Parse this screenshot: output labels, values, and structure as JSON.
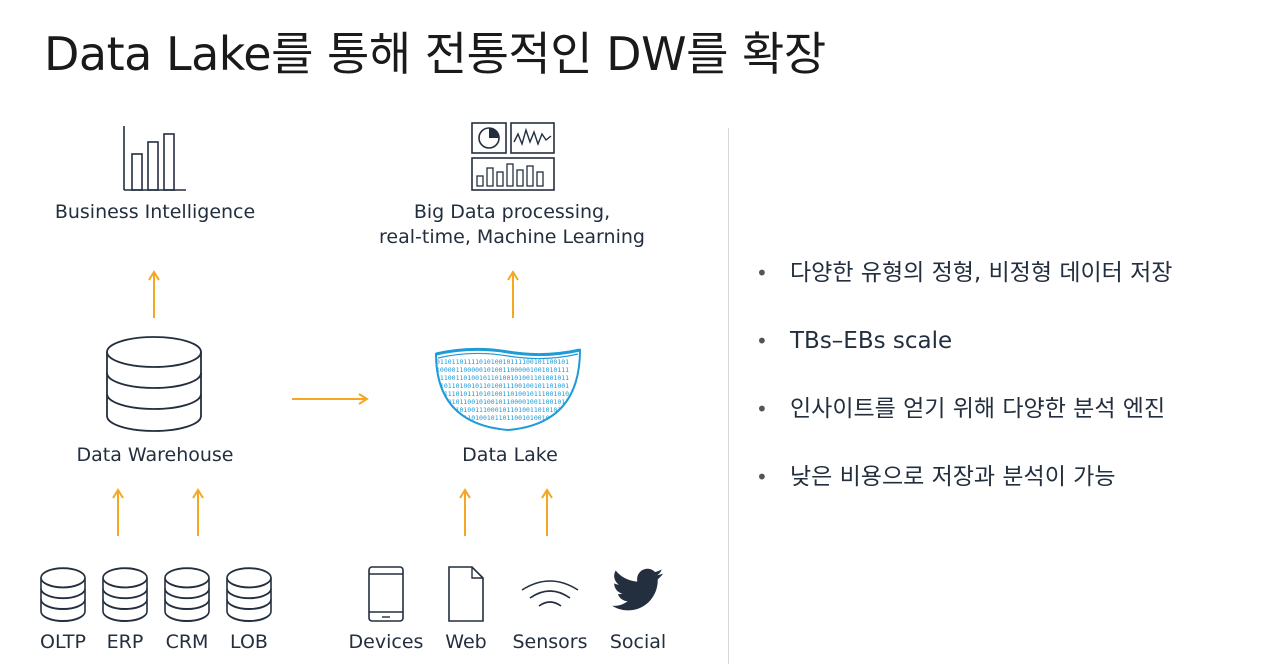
{
  "title": "Data Lake를 통해 전통적인 DW를 확장",
  "labels": {
    "business_intelligence": "Business Intelligence",
    "big_data_line1": "Big Data processing,",
    "big_data_line2": "real-time, Machine Learning",
    "data_warehouse": "Data Warehouse",
    "data_lake": "Data Lake"
  },
  "sources": [
    "OLTP",
    "ERP",
    "CRM",
    "LOB"
  ],
  "lake_sources": [
    {
      "label": "Devices",
      "icon": "mobile-device-icon"
    },
    {
      "label": "Web",
      "icon": "web-page-icon"
    },
    {
      "label": "Sensors",
      "icon": "sensor-wave-icon"
    },
    {
      "label": "Social",
      "icon": "twitter-bird-icon"
    }
  ],
  "bullets": [
    "다양한 유형의 정형, 비정형 데이터 저장",
    "TBs–EBs scale",
    "인사이트를 얻기 위해 다양한 분석 엔진",
    "낮은 비용으로 저장과 분석이 가능"
  ],
  "colors": {
    "arrow": "#f5a623",
    "icon_stroke": "#232f3e",
    "lake_fill": "#1f9bd7",
    "twitter": "#232f3e",
    "text": "#232f3e"
  }
}
